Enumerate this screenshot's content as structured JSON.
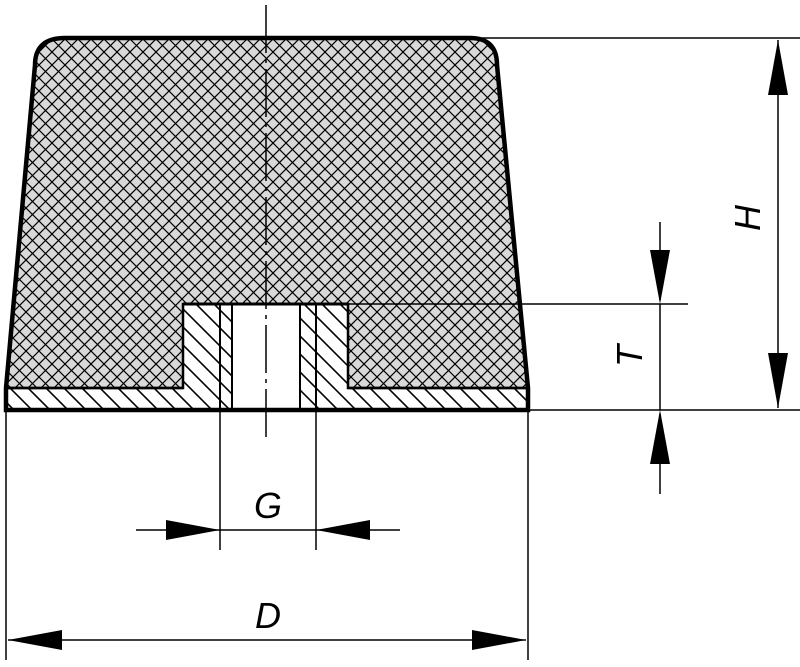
{
  "labels": {
    "height": "H",
    "thread_depth": "T",
    "thread": "G",
    "diameter": "D"
  },
  "colors": {
    "body_fill": "#d9d9d9",
    "line": "#000000",
    "background": "#ffffff"
  }
}
